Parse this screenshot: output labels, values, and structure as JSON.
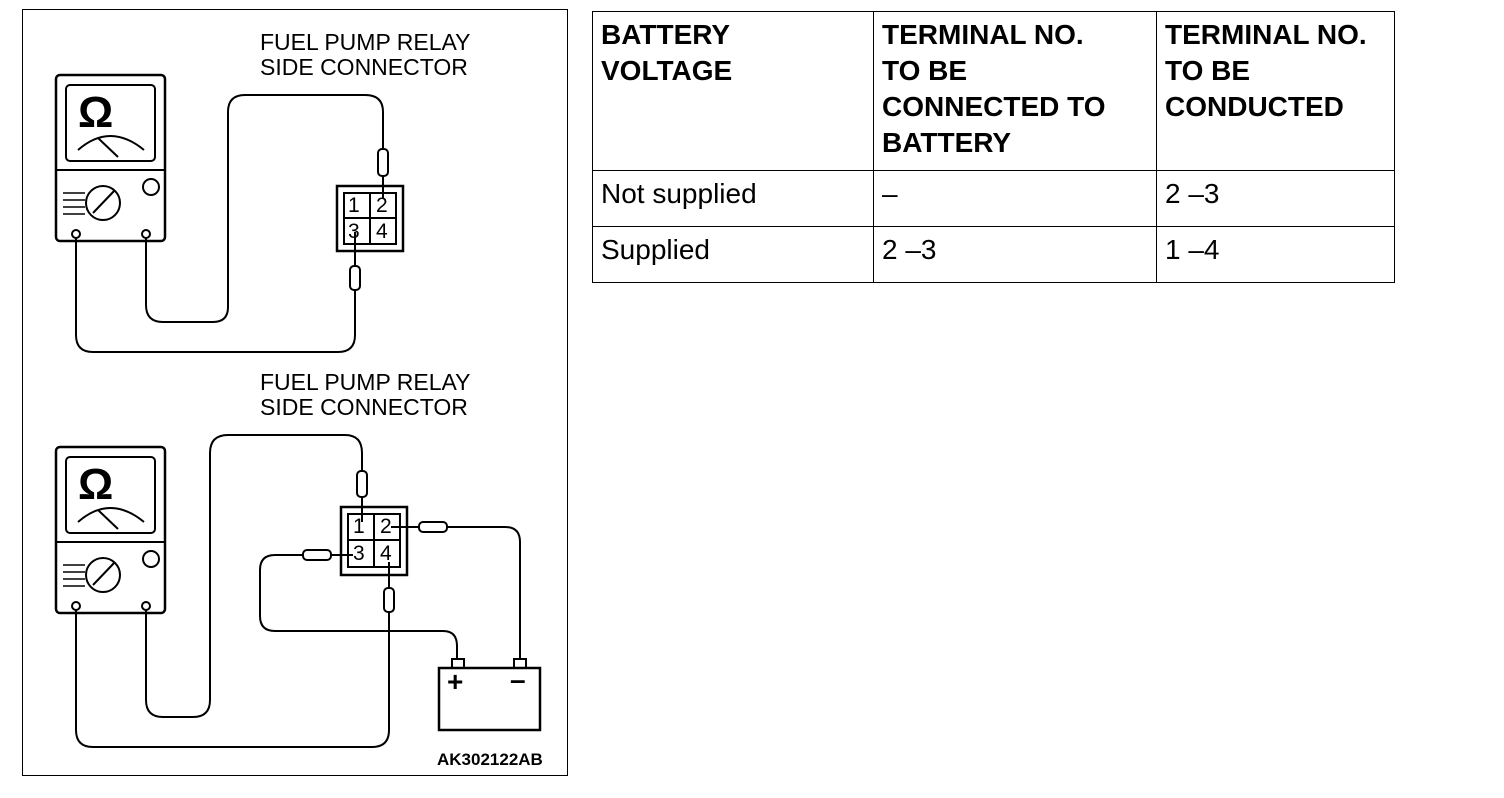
{
  "diagram": {
    "top_label": [
      "FUEL PUMP RELAY",
      "SIDE CONNECTOR"
    ],
    "bottom_label": [
      "FUEL PUMP RELAY",
      "SIDE CONNECTOR"
    ],
    "ohm_symbol": "Ω",
    "terminals": [
      "1",
      "2",
      "3",
      "4"
    ],
    "battery_plus": "+",
    "battery_minus": "–",
    "figure_code": "AK302122AB"
  },
  "table": {
    "headers": [
      [
        "BATTERY",
        "VOLTAGE"
      ],
      [
        "TERMINAL NO.",
        "TO BE",
        "CONNECTED TO",
        "BATTERY"
      ],
      [
        "TERMINAL NO.",
        "TO BE",
        "CONDUCTED"
      ]
    ],
    "rows": [
      [
        "Not supplied",
        "–",
        "2 –3"
      ],
      [
        "Supplied",
        "2 –3",
        "1 –4"
      ]
    ]
  }
}
